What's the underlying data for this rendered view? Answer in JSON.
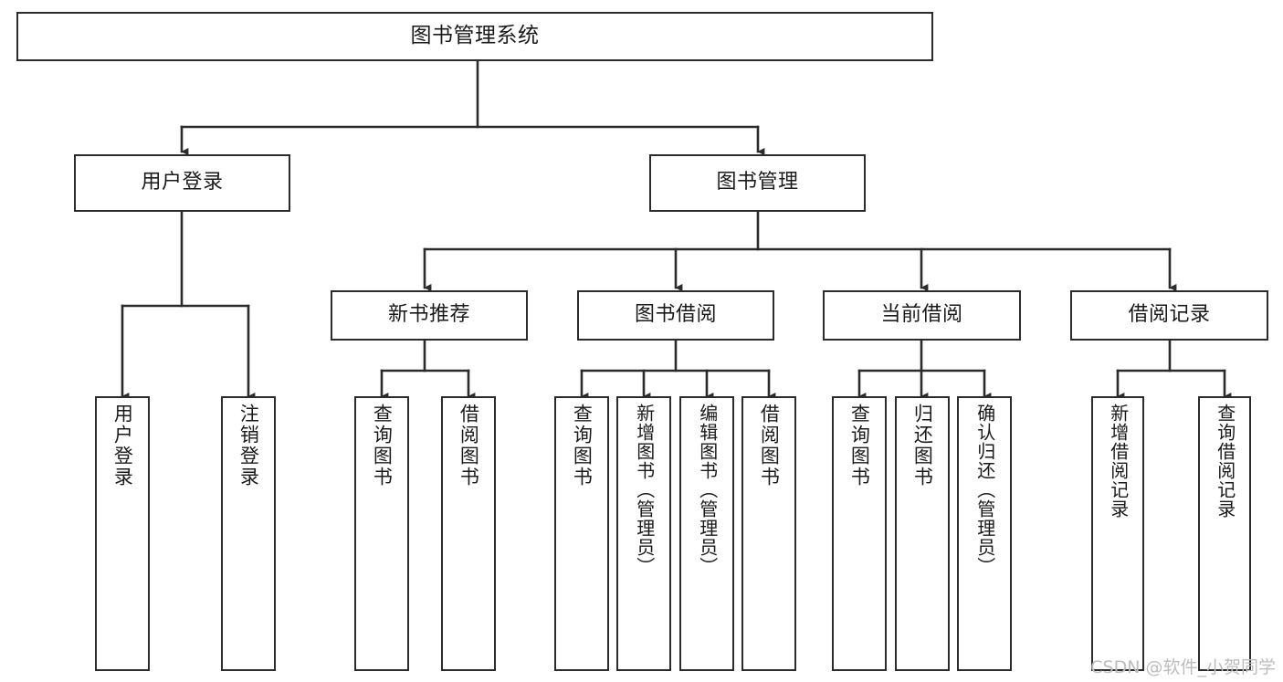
{
  "diagram": {
    "title": "图书管理系统",
    "type": "tree",
    "root": {
      "id": "root",
      "label": "图书管理系统",
      "orientation": "horizontal"
    },
    "level1": [
      {
        "id": "user-login",
        "label": "用户登录",
        "orientation": "horizontal"
      },
      {
        "id": "book-manage",
        "label": "图书管理",
        "orientation": "horizontal"
      }
    ],
    "level2": [
      {
        "id": "new-book-recommend",
        "label": "新书推荐",
        "orientation": "horizontal",
        "parent": "book-manage"
      },
      {
        "id": "book-borrow",
        "label": "图书借阅",
        "orientation": "horizontal",
        "parent": "book-manage"
      },
      {
        "id": "current-borrow",
        "label": "当前借阅",
        "orientation": "horizontal",
        "parent": "book-manage"
      },
      {
        "id": "borrow-record",
        "label": "借阅记录",
        "orientation": "horizontal",
        "parent": "book-manage"
      }
    ],
    "leaves": [
      {
        "id": "leaf-user-login",
        "label": "用户登录",
        "parent": "user-login",
        "orientation": "vertical"
      },
      {
        "id": "leaf-user-logout",
        "label": "注销登录",
        "parent": "user-login",
        "orientation": "vertical"
      },
      {
        "id": "leaf-rec-query-book",
        "label": "查询图书",
        "parent": "new-book-recommend",
        "orientation": "vertical"
      },
      {
        "id": "leaf-rec-borrow-book",
        "label": "借阅图书",
        "parent": "new-book-recommend",
        "orientation": "vertical"
      },
      {
        "id": "leaf-borrow-query-book",
        "label": "查询图书",
        "parent": "book-borrow",
        "orientation": "vertical"
      },
      {
        "id": "leaf-borrow-add-book",
        "label": "新增图书（管理员）",
        "parent": "book-borrow",
        "orientation": "vertical"
      },
      {
        "id": "leaf-borrow-edit-book",
        "label": "编辑图书（管理员）",
        "parent": "book-borrow",
        "orientation": "vertical"
      },
      {
        "id": "leaf-borrow-borrow-book",
        "label": "借阅图书",
        "parent": "book-borrow",
        "orientation": "vertical"
      },
      {
        "id": "leaf-current-query-book",
        "label": "查询图书",
        "parent": "current-borrow",
        "orientation": "vertical"
      },
      {
        "id": "leaf-current-return-book",
        "label": "归还图书",
        "parent": "current-borrow",
        "orientation": "vertical"
      },
      {
        "id": "leaf-current-confirm-return",
        "label": "确认归还（管理员）",
        "parent": "current-borrow",
        "orientation": "vertical"
      },
      {
        "id": "leaf-record-add",
        "label": "新增借阅记录",
        "parent": "borrow-record",
        "orientation": "vertical"
      },
      {
        "id": "leaf-record-query",
        "label": "查询借阅记录",
        "parent": "borrow-record",
        "orientation": "vertical"
      }
    ],
    "colors": {
      "stroke": "#2b2b2b",
      "fill": "#ffffff",
      "text": "#1a1a1a",
      "watermark": "#bdbdbd"
    }
  },
  "watermark": {
    "text": "CSDN @软件_小贺同学"
  }
}
